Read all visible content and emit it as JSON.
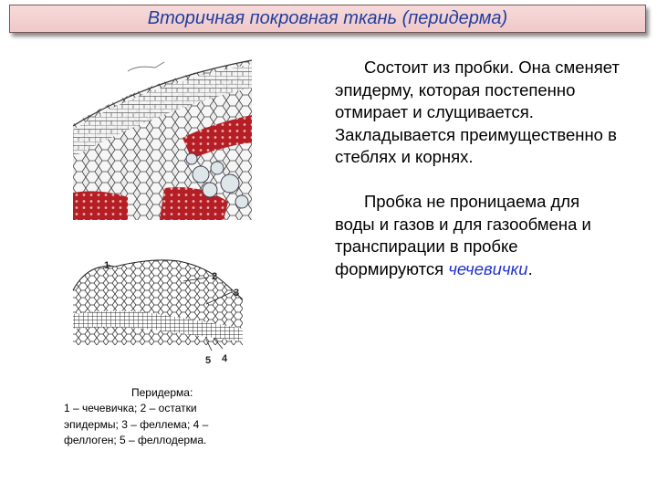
{
  "title": "Вторичная покровная ткань (перидерма)",
  "paragraph1": "Состоит из пробки. Она сменяет эпидерму, которая постепенно отмирает и слущивается. Закладывается преимущественно в стеблях и корнях.",
  "paragraph2_main": "Пробка не проницаема для воды и газов и для газообмена и транспирации в пробке формируются ",
  "paragraph2_highlight": "чечевички",
  "paragraph2_end": ".",
  "caption": {
    "heading": "Перидерма:",
    "body": "1 – чечевичка; 2 – остатки эпидермы; 3 – феллема; 4 – феллоген; 5 – феллодерма."
  },
  "diagram_labels": [
    "1",
    "2",
    "3",
    "4",
    "5"
  ],
  "colors": {
    "title_text": "#1f3f9f",
    "title_bg": "#f3d0d0",
    "highlight": "#2233cc",
    "tissue_red": "#b41e24"
  }
}
